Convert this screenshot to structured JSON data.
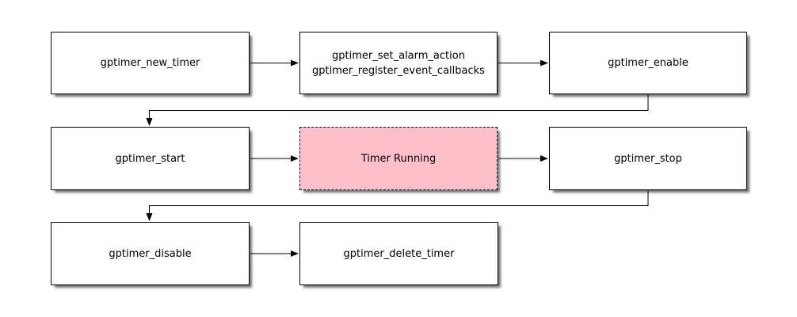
{
  "diagram": {
    "kind": "flowchart",
    "background": "#ffffff",
    "node_border_color": "#000000",
    "node_fill_default": "#ffffff",
    "text_color": "#000000",
    "highlight_fill": "#ffc0cb",
    "highlight_border_style": "dashed"
  },
  "nodes": [
    {
      "id": "gptimer_new_timer",
      "label": "gptimer_new_timer",
      "fill": "#ffffff",
      "border": "solid",
      "row": 1,
      "col": 1
    },
    {
      "id": "set_alarm_and_callbacks",
      "label": "gptimer_set_alarm_action\ngptimer_register_event_callbacks",
      "fill": "#ffffff",
      "border": "solid",
      "row": 1,
      "col": 2
    },
    {
      "id": "gptimer_enable",
      "label": "gptimer_enable",
      "fill": "#ffffff",
      "border": "solid",
      "row": 1,
      "col": 3
    },
    {
      "id": "gptimer_start",
      "label": "gptimer_start",
      "fill": "#ffffff",
      "border": "solid",
      "row": 2,
      "col": 1
    },
    {
      "id": "timer_running",
      "label": "Timer Running",
      "fill": "#ffc0cb",
      "border": "dashed",
      "row": 2,
      "col": 2
    },
    {
      "id": "gptimer_stop",
      "label": "gptimer_stop",
      "fill": "#ffffff",
      "border": "solid",
      "row": 2,
      "col": 3
    },
    {
      "id": "gptimer_disable",
      "label": "gptimer_disable",
      "fill": "#ffffff",
      "border": "solid",
      "row": 3,
      "col": 1
    },
    {
      "id": "gptimer_delete_timer",
      "label": "gptimer_delete_timer",
      "fill": "#ffffff",
      "border": "solid",
      "row": 3,
      "col": 2
    }
  ],
  "edges": [
    {
      "from": "gptimer_new_timer",
      "to": "set_alarm_and_callbacks",
      "shape": "straight"
    },
    {
      "from": "set_alarm_and_callbacks",
      "to": "gptimer_enable",
      "shape": "straight"
    },
    {
      "from": "gptimer_enable",
      "to": "gptimer_start",
      "shape": "elbow-down-left-down"
    },
    {
      "from": "gptimer_start",
      "to": "timer_running",
      "shape": "straight"
    },
    {
      "from": "timer_running",
      "to": "gptimer_stop",
      "shape": "straight"
    },
    {
      "from": "gptimer_stop",
      "to": "gptimer_disable",
      "shape": "elbow-down-left-down"
    },
    {
      "from": "gptimer_disable",
      "to": "gptimer_delete_timer",
      "shape": "straight"
    }
  ]
}
